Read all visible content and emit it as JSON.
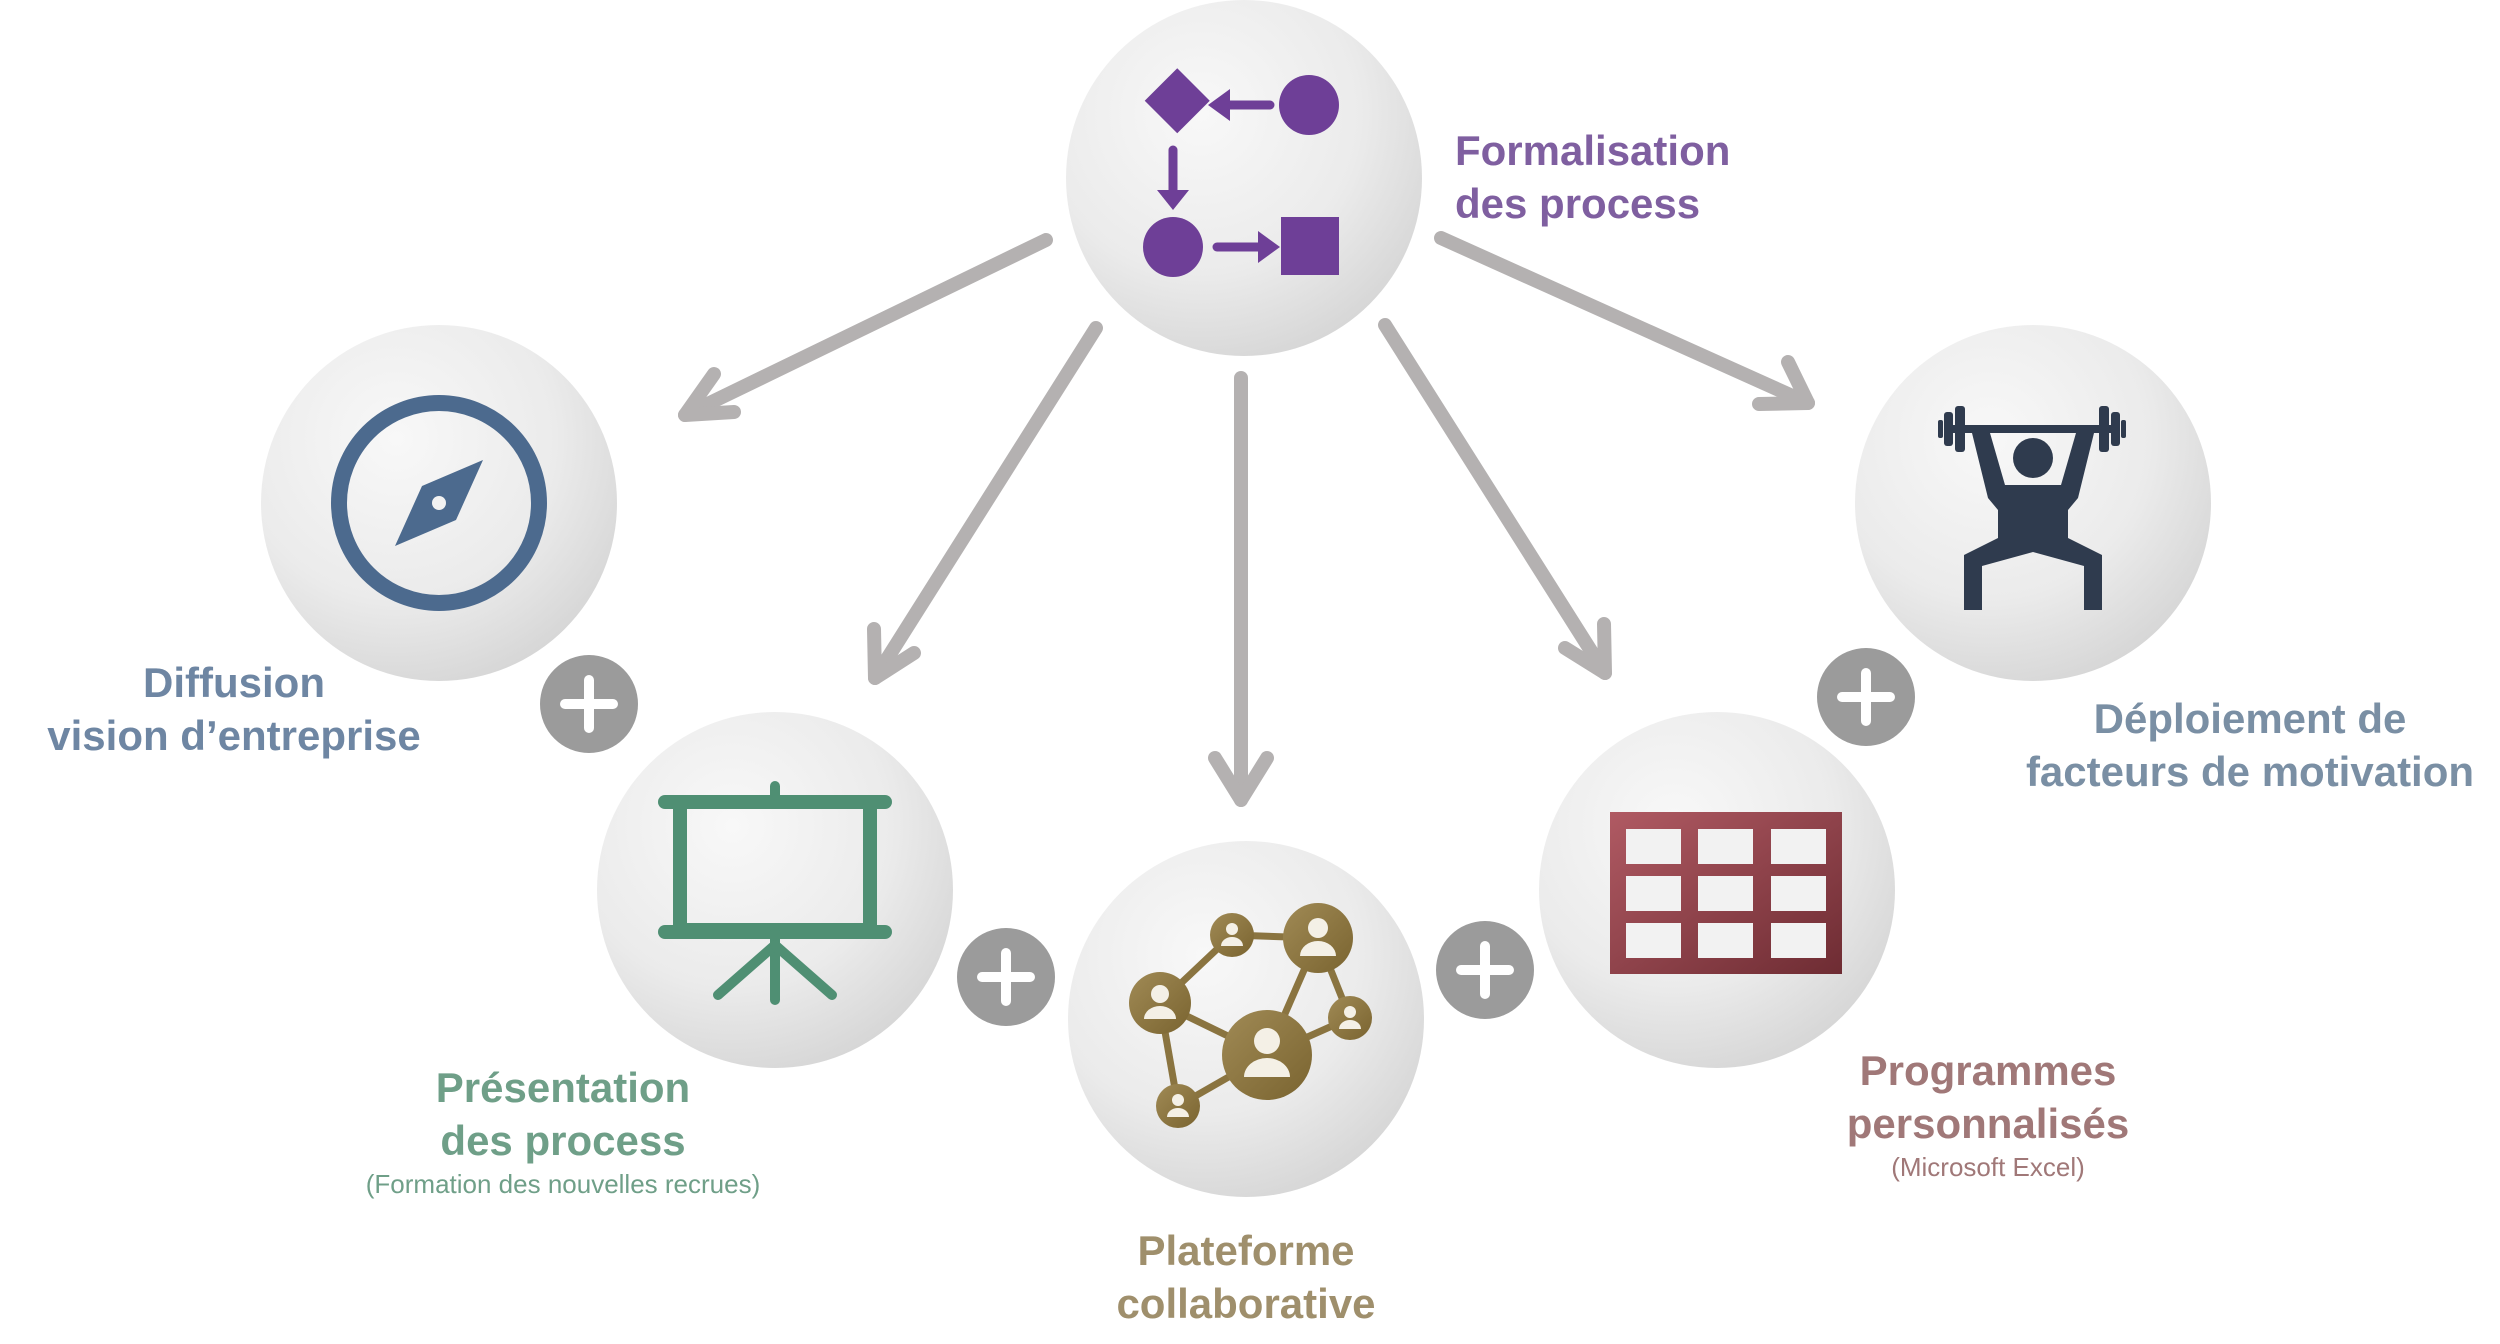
{
  "nodes": {
    "formalisation": {
      "line1": "Formalisation",
      "line2": "des process",
      "color": "#7f5fa0",
      "icon": "process-flow-icon"
    },
    "diffusion": {
      "line1": "Diffusion",
      "line2": "vision d’entreprise",
      "color": "#6e86a3",
      "icon": "compass-icon"
    },
    "presentation": {
      "line1": "Présentation",
      "line2": "des process",
      "sub": "(Formation des nouvelles recrues)",
      "color": "#6f9f88",
      "icon": "presentation-board-icon"
    },
    "plateforme": {
      "line1": "Plateforme",
      "line2": "collaborative",
      "color": "#9f8f6c",
      "icon": "network-users-icon"
    },
    "programmes": {
      "line1": "Programmes",
      "line2": "personnalisés",
      "sub": "(Microsoft Excel)",
      "color": "#a07878",
      "icon": "spreadsheet-grid-icon"
    },
    "deploiement": {
      "line1": "Déploiement de",
      "line2": "facteurs de motivation",
      "color": "#7a8fa4",
      "icon": "weightlifter-icon"
    }
  },
  "plus_symbol": "+",
  "colors": {
    "arrow": "#b4b1b1",
    "plus_badge": "#9b9b9b",
    "circle_light": "#f6f6f6",
    "circle_dark": "#d6d6d6",
    "compass": "#4c6a8e",
    "board": "#4f8f73",
    "network": "#8a7440",
    "table": "#8e3f44",
    "lifter": "#2f3b4e",
    "process": "#6e3f97"
  }
}
